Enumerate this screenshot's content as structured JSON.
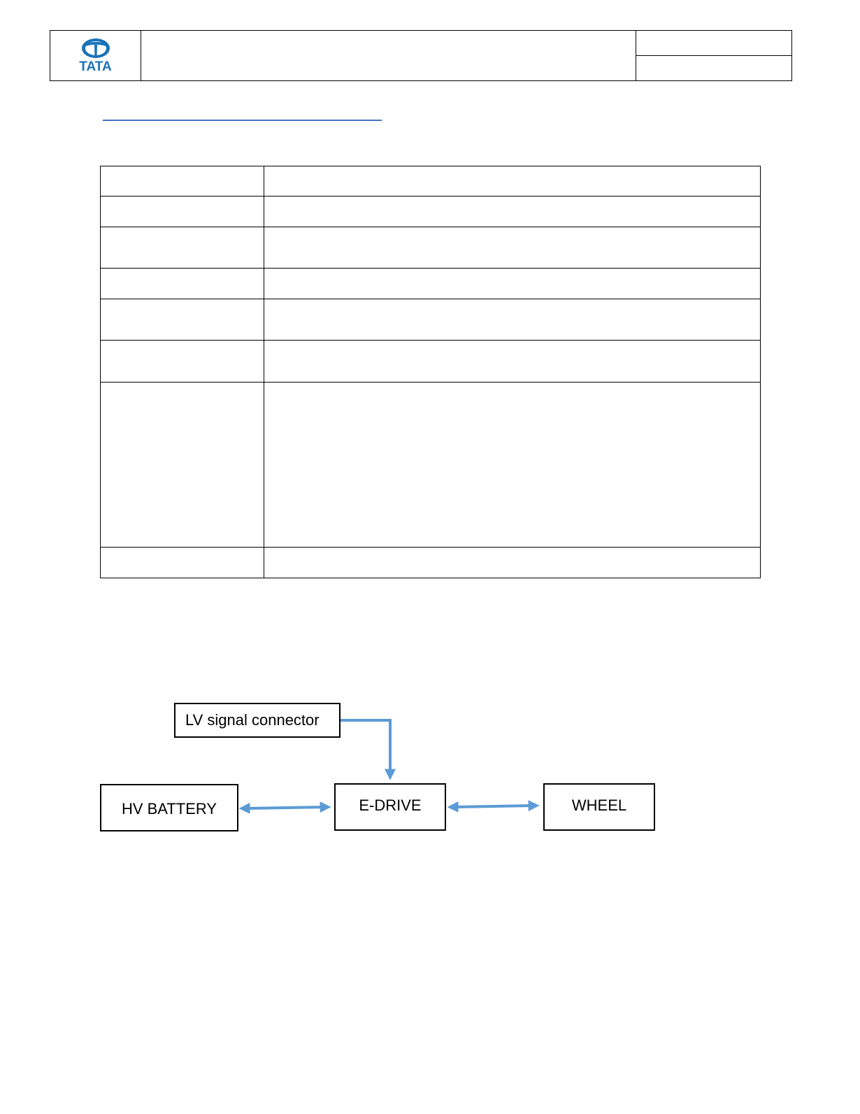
{
  "header": {
    "logo_text": "TATA",
    "brand_color": "#1a73b8"
  },
  "table": {
    "rows": [
      {
        "label": "",
        "value": ""
      },
      {
        "label": "",
        "value": ""
      },
      {
        "label": "",
        "value": ""
      },
      {
        "label": "",
        "value": ""
      },
      {
        "label": "",
        "value": ""
      },
      {
        "label": "",
        "value": ""
      },
      {
        "label": "",
        "value": ""
      },
      {
        "label": "",
        "value": ""
      }
    ]
  },
  "diagram": {
    "arrow_color": "#5b9bd5",
    "nodes": {
      "lv_signal": "LV signal connector",
      "hv_battery": "HV BATTERY",
      "e_drive": "E-DRIVE",
      "wheel": "WHEEL"
    }
  }
}
